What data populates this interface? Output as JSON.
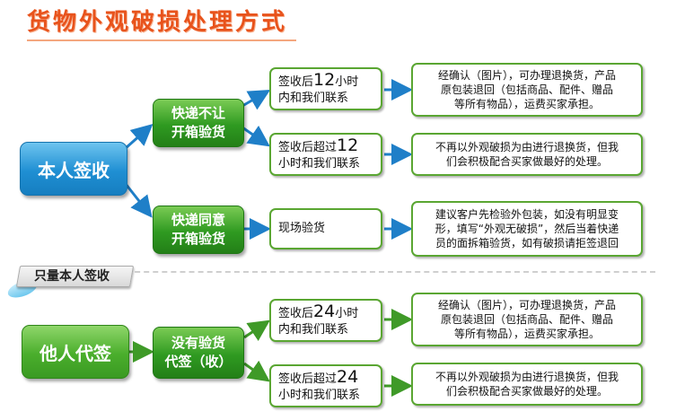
{
  "title": "货物外观破损处理方式",
  "note": "只量本人签收",
  "main_boxes": {
    "self": "本人签收",
    "other": "他人代签"
  },
  "mid_boxes": {
    "a_line1": "快递不让",
    "a_line2": "开箱验货",
    "b_line1": "快递同意",
    "b_line2": "开箱验货",
    "c_line1": "没有验货",
    "c_line2": "代签（收）"
  },
  "conditions": {
    "c1": {
      "pre": "签收后",
      "num": "12",
      "post": "小时",
      "line2": "内和我们联系"
    },
    "c2": {
      "pre": "签收后超过",
      "num": "12",
      "line2": "小时和我们联系"
    },
    "c3": {
      "text": "现场验货"
    },
    "c4": {
      "pre": "签收后",
      "num": "24",
      "post": "小时",
      "line2": "内和我们联系"
    },
    "c5": {
      "pre": "签收后超过",
      "num": "24",
      "line2": "小时和我们联系"
    }
  },
  "results": {
    "r1": [
      "经确认（图片），可办理退换货，产品",
      "原包装退回（包括商品、配件、赠品",
      "等所有物品），运费买家承担。"
    ],
    "r2": [
      "不再以外观破损为由进行退换货，但我",
      "们会积极配合买家做最好的处理。"
    ],
    "r3": [
      "建议客户先检验外包装，如没有明显变",
      "形，填写“外观无破损”，然后当着快递",
      "员的面拆箱验货，如有破损请拒签退回"
    ],
    "r4": [
      "经确认（图片），可办理退换货，产品",
      "原包装退回（包括商品、配件、赠品",
      "等所有物品），运费买家承担。"
    ],
    "r5": [
      "不再以外观破损为由进行退换货，但我",
      "们会积极配合买家做最好的处理。"
    ]
  },
  "colors": {
    "title": "#e8531c",
    "blue_box": "#1f8fd3",
    "green_box": "#2f9a21",
    "border_green": "#5aa632",
    "arrow_blue": "#1f7fc8",
    "arrow_green": "#3f9a28"
  }
}
